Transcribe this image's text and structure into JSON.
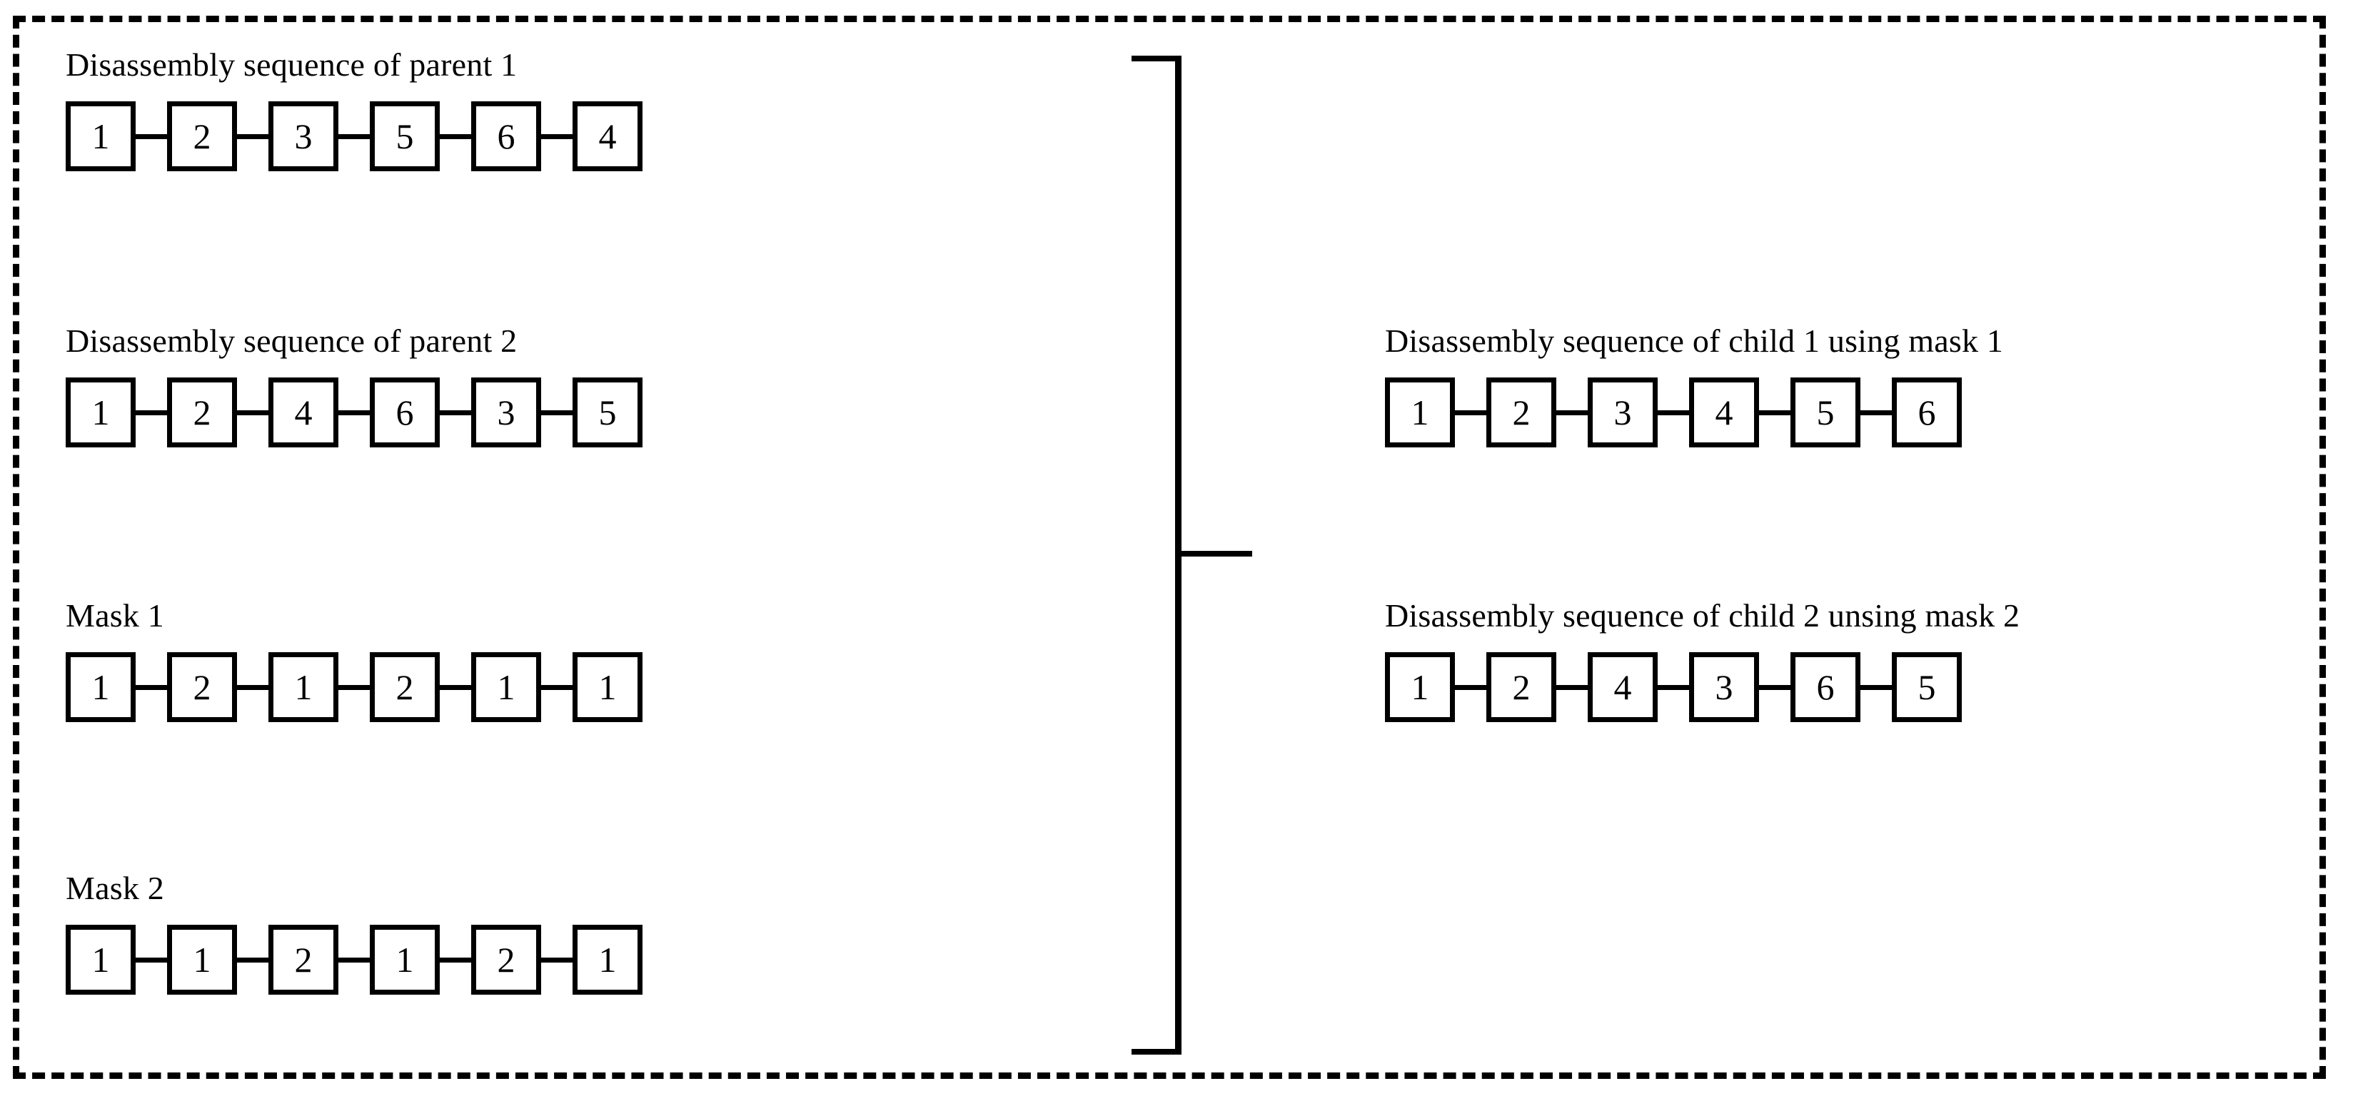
{
  "figure": {
    "frame_style": "dashed",
    "accent_color": "#000000",
    "background_color": "#ffffff"
  },
  "chart_data": {
    "type": "diagram",
    "title": "",
    "description": "Mask-based crossover of disassembly sequences",
    "left_panel": [
      {
        "id": "parent1",
        "label": "Disassembly sequence of parent 1",
        "values": [
          "1",
          "2",
          "3",
          "5",
          "6",
          "4"
        ]
      },
      {
        "id": "parent2",
        "label": "Disassembly sequence of parent 2",
        "values": [
          "1",
          "2",
          "4",
          "6",
          "3",
          "5"
        ]
      },
      {
        "id": "mask1",
        "label": "Mask 1",
        "values": [
          "1",
          "2",
          "1",
          "2",
          "1",
          "1"
        ]
      },
      {
        "id": "mask2",
        "label": "Mask 2",
        "values": [
          "1",
          "1",
          "2",
          "1",
          "2",
          "1"
        ]
      }
    ],
    "right_panel": [
      {
        "id": "child1",
        "label": "Disassembly sequence of child 1 using mask 1",
        "values": [
          "1",
          "2",
          "3",
          "4",
          "5",
          "6"
        ]
      },
      {
        "id": "child2",
        "label": "Disassembly sequence of child 2 unsing mask 2",
        "values": [
          "1",
          "2",
          "4",
          "3",
          "6",
          "5"
        ]
      }
    ],
    "connector": {
      "shape": "right-bracket",
      "inputs_from": "left_panel",
      "outputs_to": "right_panel"
    }
  }
}
